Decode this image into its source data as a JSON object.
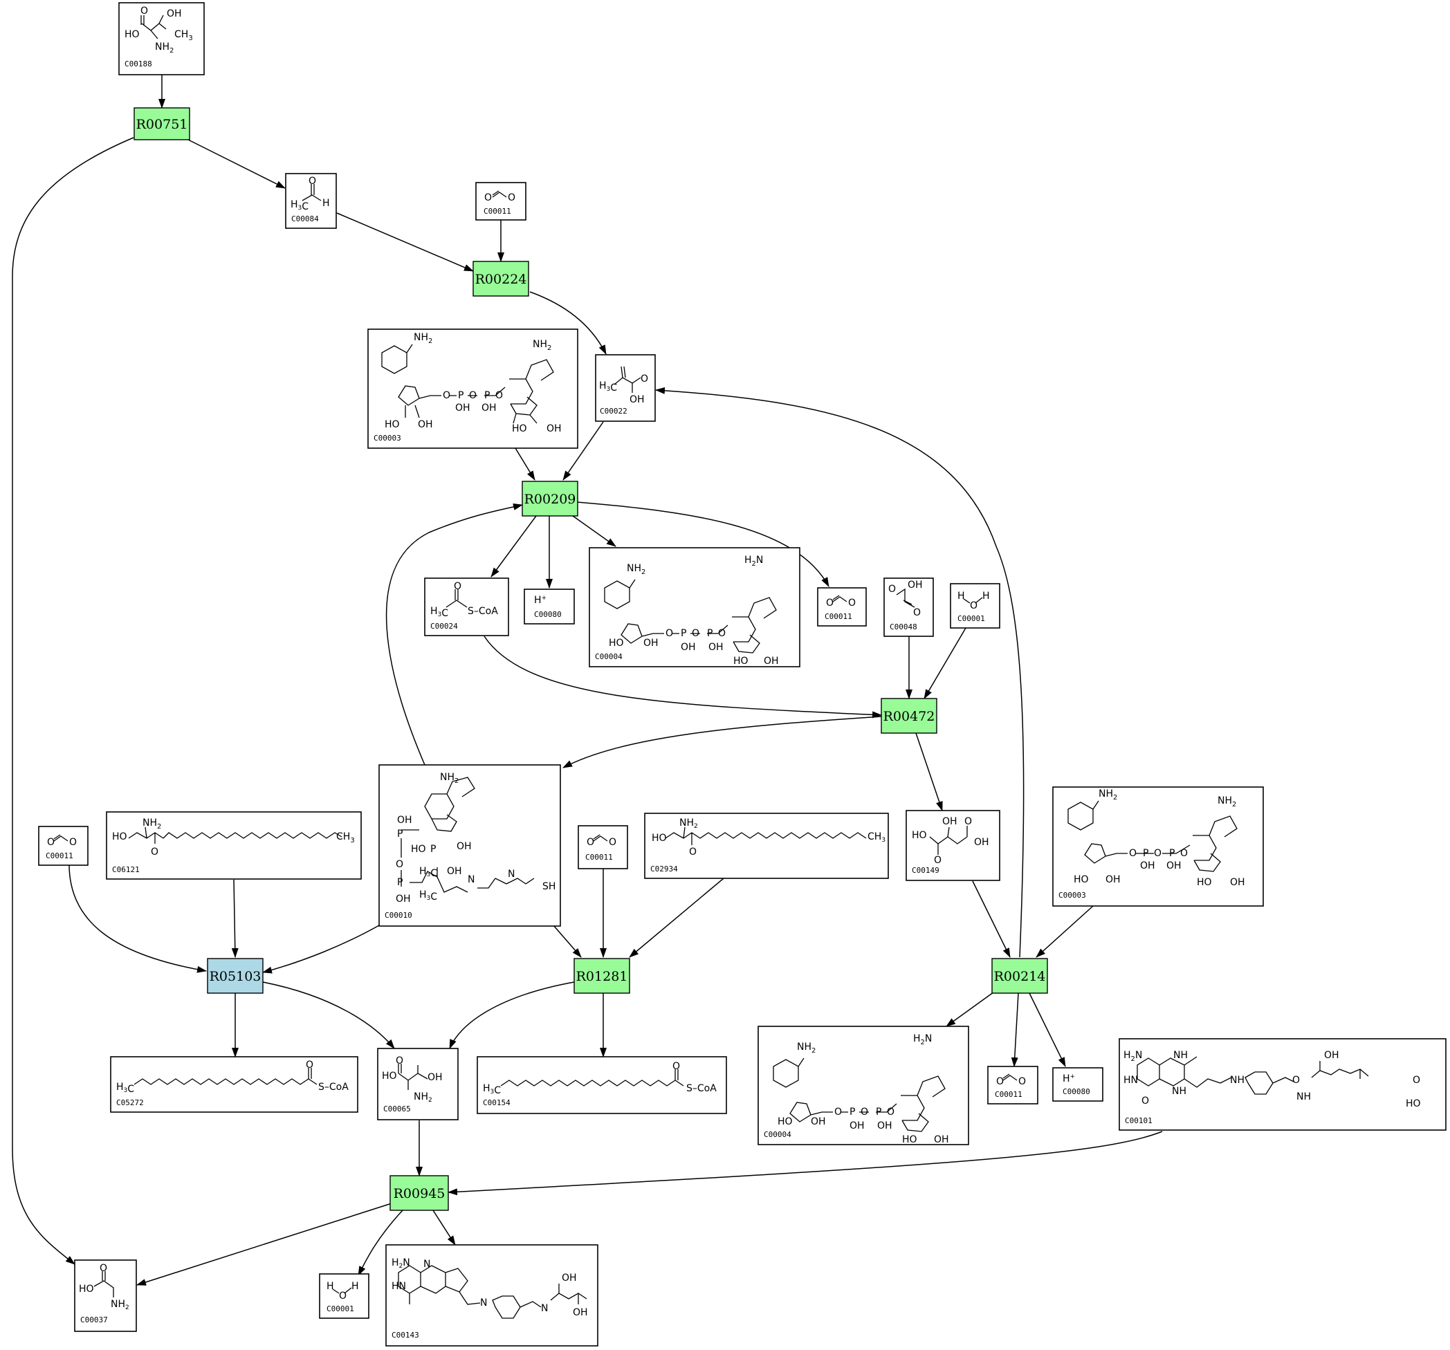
{
  "colors": {
    "reaction_green": "#98fb98",
    "reaction_blue": "#add8e6",
    "stroke": "#000000",
    "background": "#ffffff"
  },
  "reactions": [
    {
      "id": "R00751",
      "color": "green"
    },
    {
      "id": "R00224",
      "color": "green"
    },
    {
      "id": "R00209",
      "color": "green"
    },
    {
      "id": "R00472",
      "color": "green"
    },
    {
      "id": "R05103",
      "color": "blue"
    },
    {
      "id": "R01281",
      "color": "green"
    },
    {
      "id": "R00214",
      "color": "green"
    },
    {
      "id": "R00945",
      "color": "green"
    }
  ],
  "compounds": [
    {
      "key": "c00188",
      "id": "C00188",
      "formula_text": "HO NH2 OH CH3"
    },
    {
      "key": "c00084",
      "id": "C00084",
      "formula_text": "H3C H"
    },
    {
      "key": "c00011a",
      "id": "C00011",
      "formula_text": "O C O"
    },
    {
      "key": "c00022",
      "id": "C00022",
      "formula_text": "H3C OH"
    },
    {
      "key": "c00003a",
      "id": "C00003",
      "formula_text": "NH2 NH2 O P O P O OH OH HO OH HO OH"
    },
    {
      "key": "c00024",
      "id": "C00024",
      "formula_text": "H3C S-CoA"
    },
    {
      "key": "c00080a",
      "id": "C00080",
      "formula_text": "H+"
    },
    {
      "key": "c00004a",
      "id": "C00004",
      "formula_text": "NH2 NH2 O P O P O OH OH HO OH HO OH"
    },
    {
      "key": "c00011b",
      "id": "C00011",
      "formula_text": "O C O"
    },
    {
      "key": "c00048",
      "id": "C00048",
      "formula_text": "O OH"
    },
    {
      "key": "c00001a",
      "id": "C00001",
      "formula_text": "H O H"
    },
    {
      "key": "c00010",
      "id": "C00010",
      "formula_text": "NH2 OH HO P H3C OH SH"
    },
    {
      "key": "c00011c",
      "id": "C00011",
      "formula_text": "O C O"
    },
    {
      "key": "c06121",
      "id": "C06121",
      "formula_text": "HO NH2 O CH3"
    },
    {
      "key": "c00011d",
      "id": "C00011",
      "formula_text": "O C O"
    },
    {
      "key": "c02934",
      "id": "C02934",
      "formula_text": "HO NH2 O CH3"
    },
    {
      "key": "c00149",
      "id": "C00149",
      "formula_text": "HO OH OH"
    },
    {
      "key": "c00003b",
      "id": "C00003",
      "formula_text": "NH2 NH2 O P O P O OH OH HO OH HO OH"
    },
    {
      "key": "c05272",
      "id": "C05272",
      "formula_text": "H3C S-CoA"
    },
    {
      "key": "c00065",
      "id": "C00065",
      "formula_text": "HO OH NH2"
    },
    {
      "key": "c00154",
      "id": "C00154",
      "formula_text": "H3C S-CoA"
    },
    {
      "key": "c00004b",
      "id": "C00004",
      "formula_text": "NH2 NH2 O P O P O OH OH HO OH HO OH"
    },
    {
      "key": "c00011e",
      "id": "C00011",
      "formula_text": "O C O"
    },
    {
      "key": "c00080b",
      "id": "C00080",
      "formula_text": "H+"
    },
    {
      "key": "c00101",
      "id": "C00101",
      "formula_text": "H2N NH HN OH NH HO"
    },
    {
      "key": "c00037",
      "id": "C00037",
      "formula_text": "HO NH2"
    },
    {
      "key": "c00001b",
      "id": "C00001",
      "formula_text": "H O H"
    },
    {
      "key": "c00143",
      "id": "C00143",
      "formula_text": "H2N HN OH"
    }
  ]
}
